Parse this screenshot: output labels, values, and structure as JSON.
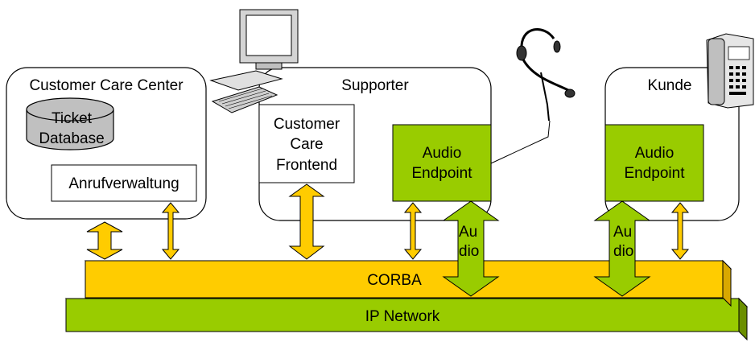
{
  "boxes": {
    "care_center": "Customer Care Center",
    "supporter": "Supporter",
    "kunde": "Kunde"
  },
  "database": {
    "line1": "Ticket",
    "line2": "Database"
  },
  "call_management": "Anrufverwaltung",
  "frontend": {
    "line1": "Customer",
    "line2": "Care",
    "line3": "Frontend"
  },
  "audio_endpoint": {
    "line1": "Audio",
    "line2": "Endpoint"
  },
  "audio_arrow_label": {
    "line1": "Au",
    "line2": "dio"
  },
  "corba_label": "CORBA",
  "ip_network_label": "IP Network",
  "colors": {
    "corba": "#FFCC00",
    "ip_network": "#99CC00",
    "audio_green": "#99CC00",
    "database": "#C0C0C0",
    "outline": "#000000"
  },
  "icons": [
    "computer-workstation-icon",
    "headset-icon",
    "desk-telephone-icon"
  ]
}
